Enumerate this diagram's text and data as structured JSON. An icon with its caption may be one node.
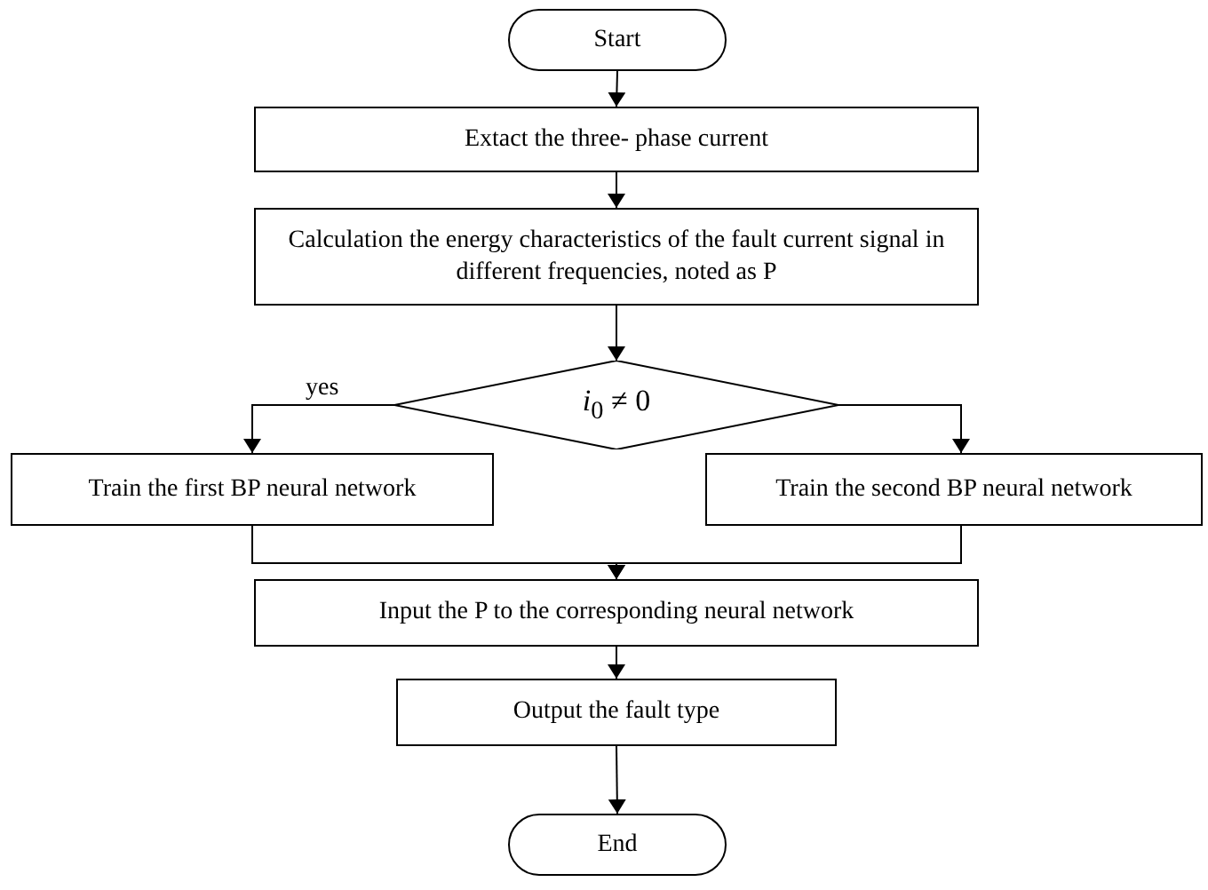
{
  "diagram": {
    "nodes": [
      {
        "text": [
          "Start"
        ]
      },
      {
        "text": [
          "Extact the three- phase current"
        ]
      },
      {
        "text": [
          "Calculation the energy characteristics of the fault current signal in different frequencies, noted as P"
        ]
      },
      {
        "text": [
          "*i*$_{0}$ ≠ 0"
        ]
      },
      {
        "text": [
          "Train the first BP neural network"
        ]
      },
      {
        "text": [
          "Train the second BP neural network"
        ]
      },
      {
        "text": [
          "Input the P to the corresponding neural network"
        ]
      },
      {
        "text": [
          "Output the fault type"
        ]
      },
      {
        "text": [
          "End"
        ]
      }
    ],
    "edges": [
      {
        "from": 0,
        "to": 1,
        "arrow": "to"
      },
      {
        "from": 1,
        "to": 2,
        "arrow": "to"
      },
      {
        "from": 2,
        "to": 3,
        "arrow": "to"
      },
      {
        "from": 3,
        "to": 4,
        "arrow": "to",
        "label": "yes"
      },
      {
        "from": 3,
        "to": 5,
        "arrow": "to"
      },
      {
        "from": 4,
        "to": 6,
        "arrow": "to"
      },
      {
        "from": 5,
        "to": 6,
        "arrow": "to"
      },
      {
        "from": 6,
        "to": 7,
        "arrow": "to"
      },
      {
        "from": 7,
        "to": 8,
        "arrow": "to"
      }
    ]
  }
}
